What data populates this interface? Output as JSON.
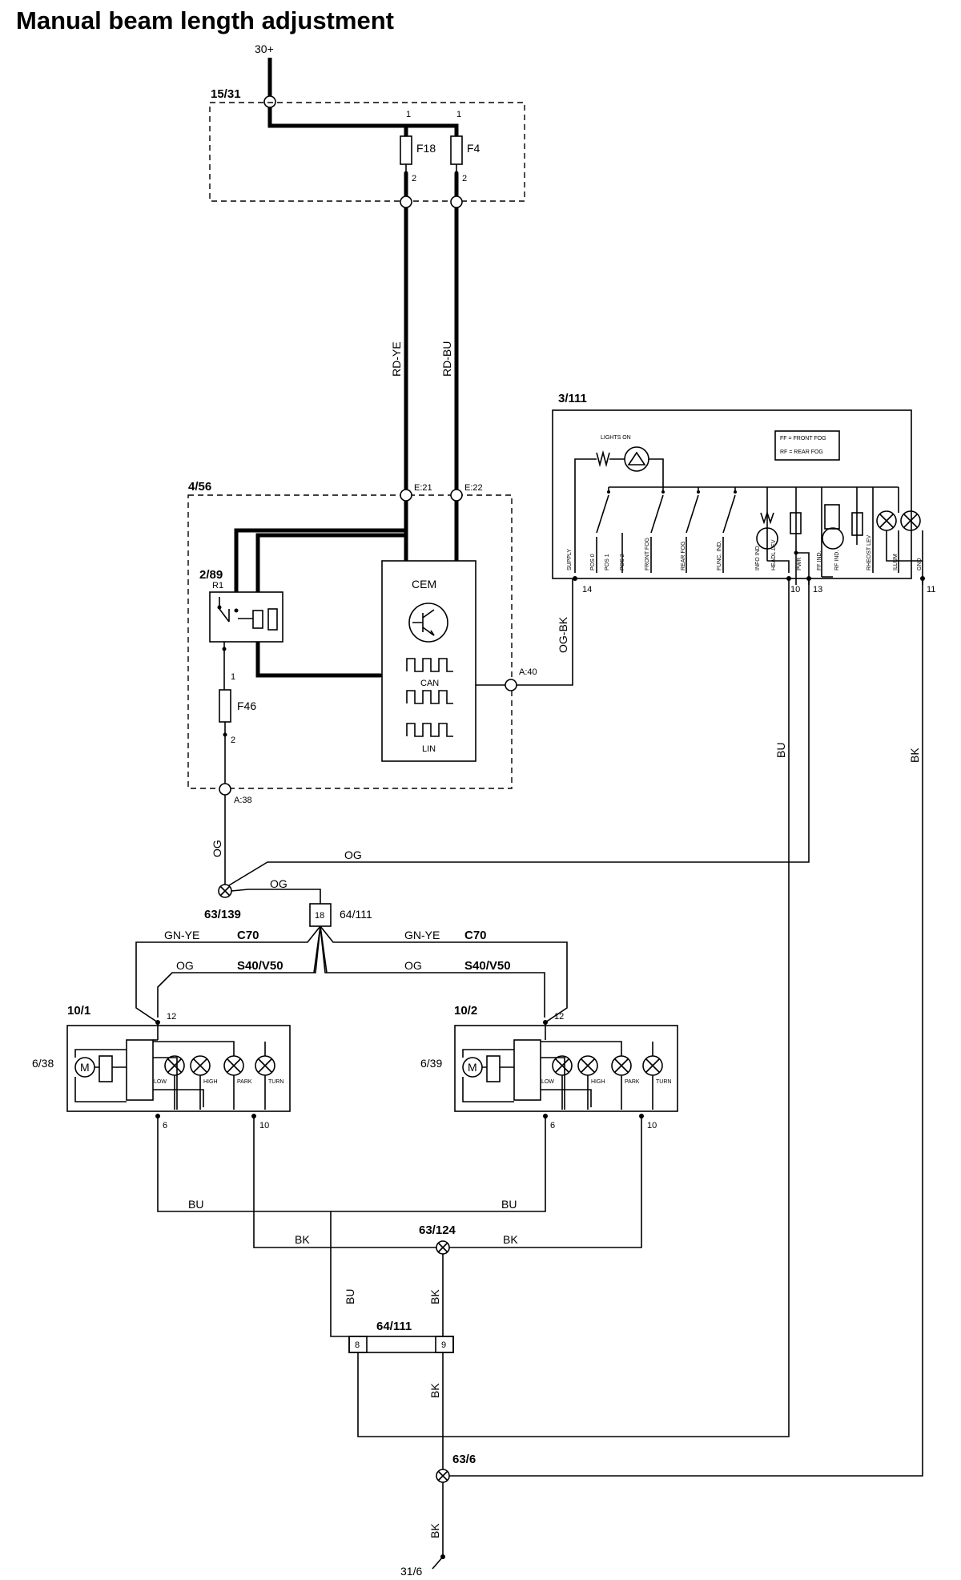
{
  "title": "Manual beam length adjustment",
  "supply": "30+",
  "ground": "31/6",
  "fuse_box": {
    "id": "15/31",
    "fuse_a": "F18",
    "fuse_b": "F4",
    "pin_in_a": "1",
    "pin_in_b": "1",
    "pin_out_a": "2",
    "pin_out_b": "2"
  },
  "wires": {
    "rd_ye": "RD-YE",
    "rd_bu": "RD-BU",
    "og_bk": "OG-BK",
    "bu": "BU",
    "bk": "BK",
    "og": "OG",
    "gn_ye": "GN-YE"
  },
  "cem_box": {
    "id": "4/56",
    "cem": "CEM",
    "can": "CAN",
    "lin": "LIN",
    "e21": "E:21",
    "e22": "E:22",
    "a40": "A:40",
    "a38": "A:38",
    "relay_id": "2/89",
    "relay_r1": "R1",
    "fuse": "F46",
    "fuse_pin1": "1",
    "fuse_pin2": "2"
  },
  "light_switch": {
    "id": "3/111",
    "lights_on": "LIGHTS ON",
    "legend_ff": "FF = FRONT FOG",
    "legend_rf": "RF = REAR FOG",
    "labels": [
      "SUPPLY",
      "POS 0",
      "POS 1",
      "POS 2",
      "FRONT FOG",
      "REAR FOG",
      "FUNC. IND.",
      "INFO IND.",
      "HEADL.LEV",
      "PWR",
      "FF IND.",
      "RF IND.",
      "RHEOST LEV",
      "ILLUM",
      "GND"
    ],
    "pin14": "14",
    "pin10": "10",
    "pin13": "13",
    "pin11": "11"
  },
  "splices": {
    "s139": "63/139",
    "s124": "63/124",
    "s6": "63/6"
  },
  "connector_top": {
    "id": "64/111",
    "pin": "18"
  },
  "connector_bottom": {
    "id": "64/111",
    "pin8": "8",
    "pin9": "9"
  },
  "variants": {
    "c70": "C70",
    "s40v50": "S40/V50"
  },
  "headlamps": [
    {
      "id": "10/1",
      "motor_id": "6/38",
      "pin12": "12",
      "pin6": "6",
      "pin10": "10"
    },
    {
      "id": "10/2",
      "motor_id": "6/39",
      "pin12": "12",
      "pin6": "6",
      "pin10": "10"
    }
  ],
  "bulbs": {
    "low": "LOW",
    "high": "HIGH",
    "park": "PARK",
    "turn": "TURN"
  },
  "motor_symbol": "M"
}
